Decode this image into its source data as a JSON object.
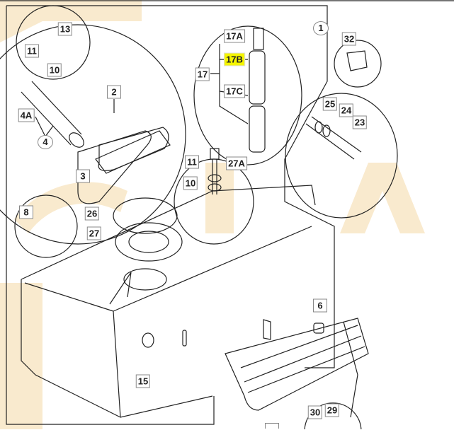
{
  "diagram": {
    "highlight_color": "#f5f500",
    "watermark_color": "#f7e3bd",
    "callouts": [
      {
        "id": "1",
        "shape": "circle"
      },
      {
        "id": "32",
        "shape": "box"
      },
      {
        "id": "13",
        "shape": "box"
      },
      {
        "id": "11",
        "shape": "box"
      },
      {
        "id": "10",
        "shape": "box"
      },
      {
        "id": "17A",
        "shape": "box"
      },
      {
        "id": "17B",
        "shape": "box",
        "highlighted": true
      },
      {
        "id": "17",
        "shape": "box"
      },
      {
        "id": "17C",
        "shape": "box"
      },
      {
        "id": "2",
        "shape": "box"
      },
      {
        "id": "4A",
        "shape": "box"
      },
      {
        "id": "4",
        "shape": "circle"
      },
      {
        "id": "3",
        "shape": "box"
      },
      {
        "id": "25",
        "shape": "box"
      },
      {
        "id": "24",
        "shape": "box"
      },
      {
        "id": "23",
        "shape": "box"
      },
      {
        "id": "11",
        "shape": "box"
      },
      {
        "id": "27A",
        "shape": "box"
      },
      {
        "id": "10",
        "shape": "box"
      },
      {
        "id": "8",
        "shape": "box"
      },
      {
        "id": "26",
        "shape": "box"
      },
      {
        "id": "27",
        "shape": "box"
      },
      {
        "id": "6",
        "shape": "box"
      },
      {
        "id": "15",
        "shape": "box"
      },
      {
        "id": "30",
        "shape": "box"
      },
      {
        "id": "29",
        "shape": "box"
      }
    ]
  }
}
